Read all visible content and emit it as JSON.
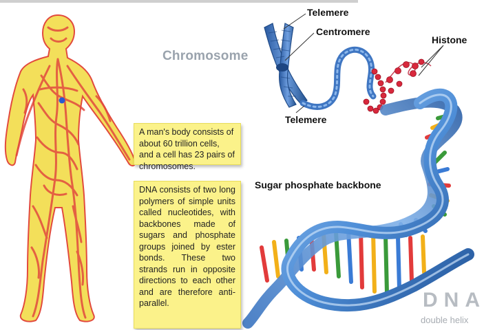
{
  "labels": {
    "telemere_top": "Telemere",
    "centromere": "Centromere",
    "histone": "Histone",
    "chromosome": "Chromosome",
    "telemere_bottom": "Telemere",
    "sugar_backbone": "Sugar phosphate backbone"
  },
  "notes": {
    "cells": "A man's body consists of about 60 trillion cells, and a cell has 23 pairs of chromosomes.",
    "dna": "DNA consists of two long polymers of simple units called nucleotides, with backbones made of sugars and phosphate groups joined by ester bonds. These two strands run in opposite directions to each other and are therefore anti-parallel."
  },
  "dna_title": "DNA",
  "dna_subtitle": "double helix",
  "colors": {
    "body_fill": "#f3df5a",
    "vessel_red": "#e24a3e",
    "heart_dot": "#2a5bd0",
    "helix_blue": "#4f8fd8",
    "helix_dark": "#24569a",
    "chromatin_red": "#d8283c",
    "note_yellow": "#fbf28a"
  },
  "base_pair_colors": [
    "#e23b3b",
    "#f2b019",
    "#3a9a3a",
    "#3a7bd5"
  ]
}
